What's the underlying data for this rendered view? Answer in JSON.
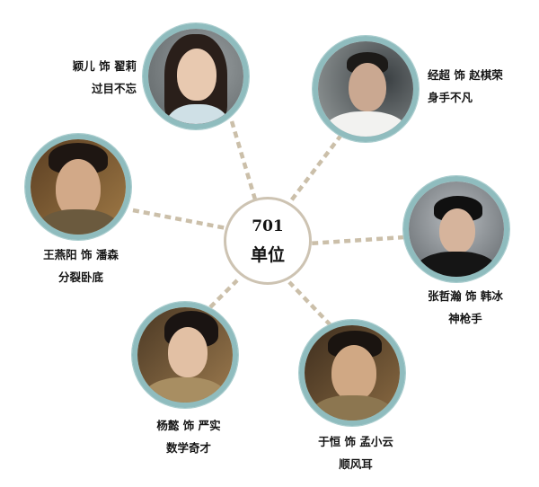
{
  "center": {
    "number": "701",
    "label": "单位"
  },
  "colors": {
    "portrait_border": "#8fbcbe",
    "center_border": "#cdc3b2",
    "connector": "#cbbfa9",
    "text": "#151515"
  },
  "characters": [
    {
      "actor_role": "颖儿 饰 翟莉",
      "trait": "过目不忘"
    },
    {
      "actor_role": "经超 饰 赵棋荣",
      "trait": "身手不凡"
    },
    {
      "actor_role": "王燕阳 饰 潘森",
      "trait": "分裂卧底"
    },
    {
      "actor_role": "张哲瀚 饰 韩冰",
      "trait": "神枪手"
    },
    {
      "actor_role": "杨懿 饰 严实",
      "trait": "数学奇才"
    },
    {
      "actor_role": "于恒 饰 孟小云",
      "trait": "顺风耳"
    }
  ]
}
